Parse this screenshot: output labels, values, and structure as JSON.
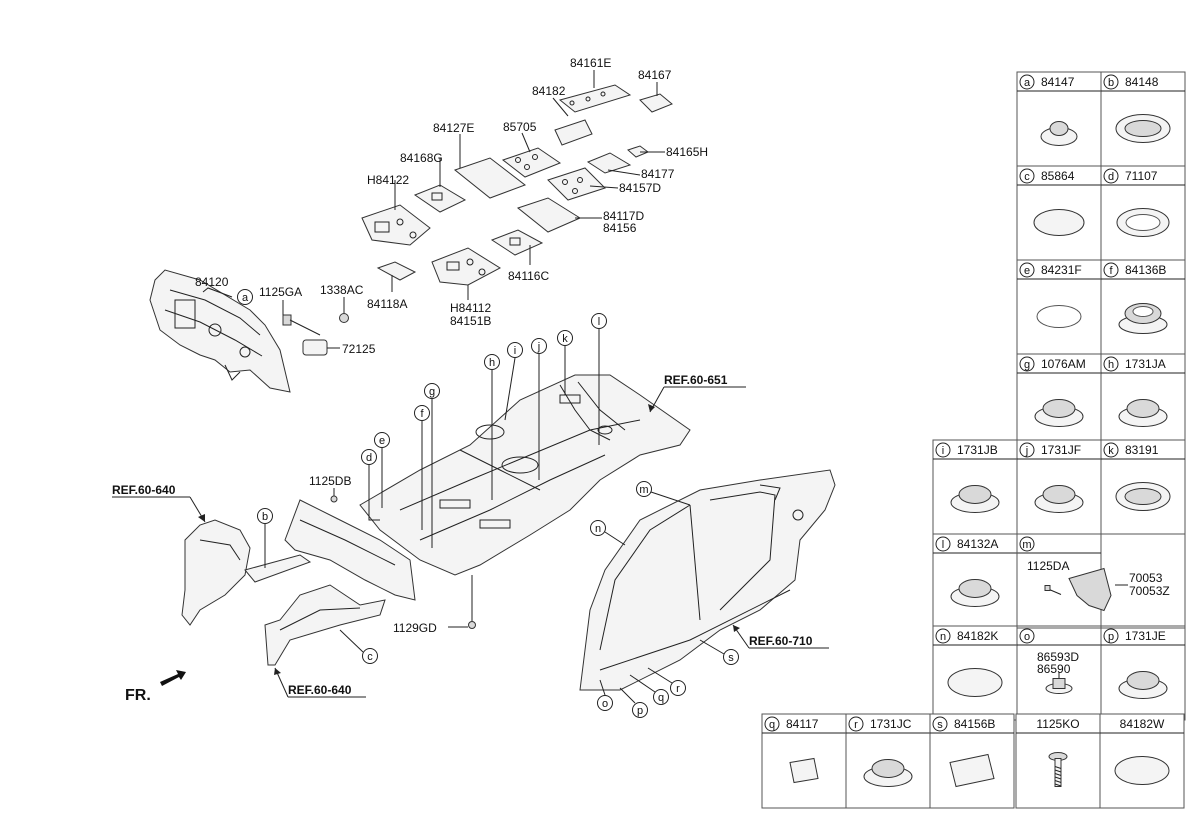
{
  "callouts": {
    "c_84161E": "84161E",
    "c_84167": "84167",
    "c_84182": "84182",
    "c_85705": "85705",
    "c_84127E": "84127E",
    "c_84165H": "84165H",
    "c_84168G": "84168G",
    "c_84177": "84177",
    "c_84157D": "84157D",
    "c_H84122": "H84122",
    "c_84117D": "84117D",
    "c_84156": "84156",
    "c_84116C": "84116C",
    "c_84118A": "84118A",
    "c_H84112": "H84112",
    "c_84151B": "84151B",
    "c_84120": "84120",
    "c_1125GA": "1125GA",
    "c_1338AC": "1338AC",
    "c_72125": "72125",
    "c_1125DB": "1125DB",
    "c_1129GD": "1129GD"
  },
  "refs": {
    "r1": "REF.60-651",
    "r2": "REF.60-640",
    "r3": "REF.60-640",
    "r4": "REF.60-710"
  },
  "front_label": "FR.",
  "letters": [
    "a",
    "b",
    "c",
    "d",
    "e",
    "f",
    "g",
    "h",
    "i",
    "j",
    "k",
    "l",
    "m",
    "n",
    "o",
    "p",
    "q",
    "r",
    "s"
  ],
  "table": [
    {
      "letter": "a",
      "part": "84147"
    },
    {
      "letter": "b",
      "part": "84148"
    },
    {
      "letter": "c",
      "part": "85864"
    },
    {
      "letter": "d",
      "part": "71107"
    },
    {
      "letter": "e",
      "part": "84231F"
    },
    {
      "letter": "f",
      "part": "84136B"
    },
    {
      "letter": "g",
      "part": "1076AM"
    },
    {
      "letter": "h",
      "part": "1731JA"
    },
    {
      "letter": "i",
      "part": "1731JB"
    },
    {
      "letter": "j",
      "part": "1731JF"
    },
    {
      "letter": "k",
      "part": "83191"
    },
    {
      "letter": "l",
      "part": "84132A"
    },
    {
      "letter": "m",
      "part": ""
    },
    {
      "letter": "n",
      "part": "84182K"
    },
    {
      "letter": "o",
      "part": ""
    },
    {
      "letter": "p",
      "part": "1731JE"
    },
    {
      "letter": "q",
      "part": "84117"
    },
    {
      "letter": "r",
      "part": "1731JC"
    },
    {
      "letter": "s",
      "part": "84156B"
    },
    {
      "letter": "",
      "part": "1125KO"
    },
    {
      "letter": "",
      "part": "84182W"
    }
  ],
  "m_parts": {
    "p1": "1125DA",
    "p2": "70053",
    "p3": "70053Z"
  },
  "o_parts": {
    "p1": "86593D",
    "p2": "86590"
  }
}
